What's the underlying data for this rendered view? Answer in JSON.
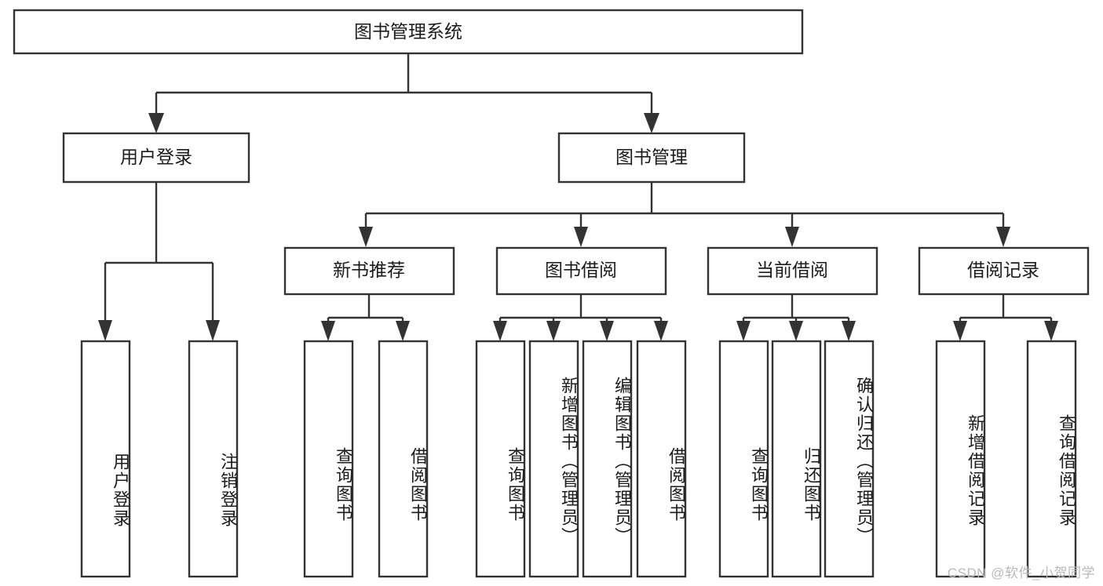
{
  "diagram": {
    "title": "图书管理系统",
    "type": "tree-hierarchy",
    "watermark": "CSDN @软件_小贺同学",
    "colors": {
      "stroke": "#333333",
      "fill": "#ffffff",
      "text": "#1b1b1b",
      "watermark": "#b9b9b9"
    },
    "levels": {
      "root": {
        "label": "图书管理系统"
      },
      "level2": [
        {
          "label": "用户登录"
        },
        {
          "label": "图书管理"
        }
      ],
      "level3": [
        {
          "label": "新书推荐"
        },
        {
          "label": "图书借阅"
        },
        {
          "label": "当前借阅"
        },
        {
          "label": "借阅记录"
        }
      ],
      "leaves": [
        {
          "label": "用户登录",
          "parent": "用户登录"
        },
        {
          "label": "注销登录",
          "parent": "用户登录"
        },
        {
          "label": "查询图书",
          "parent": "新书推荐"
        },
        {
          "label": "借阅图书",
          "parent": "新书推荐"
        },
        {
          "label": "查询图书",
          "parent": "图书借阅"
        },
        {
          "label": "新增图书（管理员）",
          "parent": "图书借阅"
        },
        {
          "label": "编辑图书（管理员）",
          "parent": "图书借阅"
        },
        {
          "label": "借阅图书",
          "parent": "图书借阅"
        },
        {
          "label": "查询图书",
          "parent": "当前借阅"
        },
        {
          "label": "归还图书",
          "parent": "当前借阅"
        },
        {
          "label": "确认归还（管理员）",
          "parent": "当前借阅"
        },
        {
          "label": "新增借阅记录",
          "parent": "借阅记录"
        },
        {
          "label": "查询借阅记录",
          "parent": "借阅记录"
        }
      ]
    }
  }
}
